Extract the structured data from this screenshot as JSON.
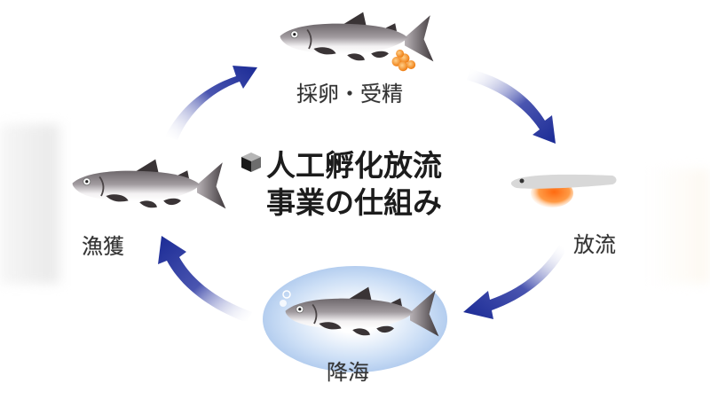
{
  "diagram": {
    "title": {
      "line1": "人工孵化放流",
      "line2": "事業の仕組み",
      "bullet_icon": "cube-icon"
    },
    "stages": [
      {
        "id": "spawning",
        "label": "採卵・受精",
        "icon": "salmon-with-eggs-icon"
      },
      {
        "id": "release",
        "label": "放流",
        "icon": "fry-with-yolk-sac-icon"
      },
      {
        "id": "sea-migration",
        "label": "降海",
        "icon": "salmon-in-sea-icon"
      },
      {
        "id": "catch",
        "label": "漁獲",
        "icon": "salmon-icon"
      }
    ],
    "arrows": [
      {
        "from": "catch",
        "to": "spawning",
        "direction": "clockwise"
      },
      {
        "from": "spawning",
        "to": "release",
        "direction": "clockwise"
      },
      {
        "from": "release",
        "to": "sea-migration",
        "direction": "clockwise"
      },
      {
        "from": "sea-migration",
        "to": "catch",
        "direction": "clockwise"
      }
    ],
    "colors": {
      "arrow": "#1f2f9a",
      "fish_body": "#8a8488",
      "fish_fin": "#3a3436",
      "eggs": "#f08a1c",
      "sea": "#a9c4ea",
      "text": "#333333"
    }
  }
}
